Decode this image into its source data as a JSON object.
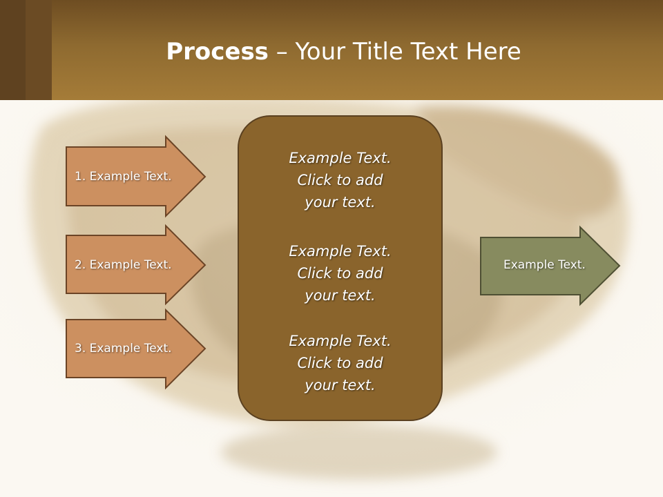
{
  "slide": {
    "title_bold": "Process",
    "title_rest": " – Your Title Text Here",
    "colors": {
      "header_dark": "#6e4d22",
      "header_light": "#a57c38",
      "input_arrow_fill": "#cc9060",
      "input_arrow_stroke": "#6b4426",
      "center_box_fill": "#8a642c",
      "center_box_stroke": "#5a4020",
      "output_arrow_fill": "#878b5f",
      "output_arrow_stroke": "#4e4f33"
    }
  },
  "inputs": [
    {
      "label": "1. Example Text."
    },
    {
      "label": "2. Example Text."
    },
    {
      "label": "3. Example Text."
    }
  ],
  "center_blocks": [
    {
      "lines": [
        "Example Text.",
        "Click  to add",
        "your text."
      ]
    },
    {
      "lines": [
        "Example Text.",
        "Click  to add",
        "your text."
      ]
    },
    {
      "lines": [
        "Example Text.",
        "Click  to add",
        "your text."
      ]
    }
  ],
  "output": {
    "label": "Example Text."
  }
}
